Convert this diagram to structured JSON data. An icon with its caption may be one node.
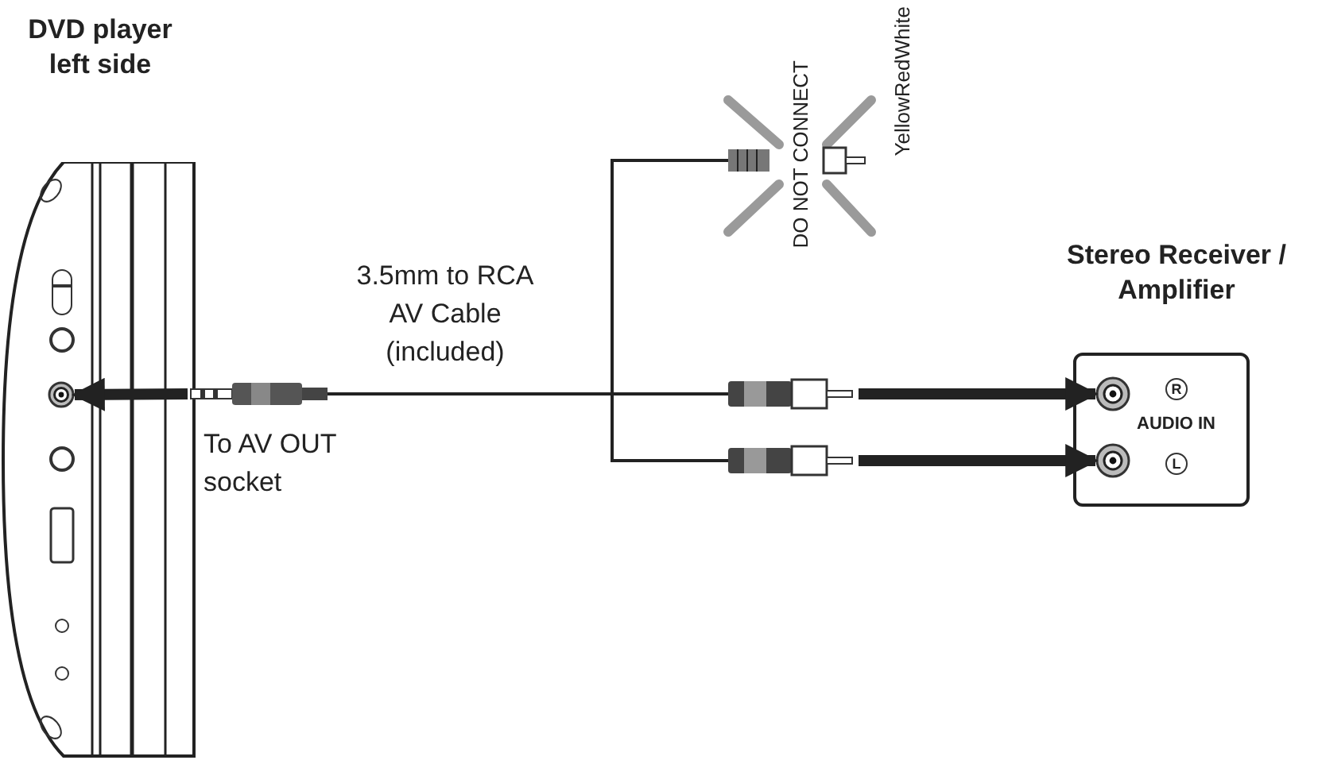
{
  "diagram": {
    "nodes": [
      {
        "text": [
          "DVD player left side"
        ]
      },
      {
        "text": [],
        "shape": "circle",
        "in": 0
      },
      {
        "text": [],
        "shape": "plug"
      },
      {
        "text": [],
        "shape": "plug"
      },
      {
        "text": [],
        "shape": "plug"
      },
      {
        "text": [],
        "shape": "plug"
      },
      {
        "text": [
          "Stereo Receiver / Amplifier",
          "AUDIO IN"
        ]
      },
      {
        "text": [],
        "shape": "circle",
        "in": 6
      },
      {
        "text": [],
        "shape": "circle",
        "in": 6
      }
    ],
    "edges": [
      {
        "from": 2,
        "to": 1,
        "arrow": "to",
        "style": "thick"
      },
      {
        "from": 2,
        "to": 3,
        "arrow": "none"
      },
      {
        "from": 2,
        "to": 4,
        "arrow": "none",
        "label": "3.5mm to RCA AV Cable (included)"
      },
      {
        "from": 2,
        "to": 5,
        "arrow": "none"
      },
      {
        "from": 4,
        "to": 7,
        "arrow": "to",
        "style": "thick"
      },
      {
        "from": 5,
        "to": 8,
        "arrow": "to",
        "style": "thick"
      }
    ],
    "labels": [
      "DO NOT CONNECT",
      "YellowRedWhite",
      "To AV OUT socket",
      "R",
      "L"
    ]
  }
}
